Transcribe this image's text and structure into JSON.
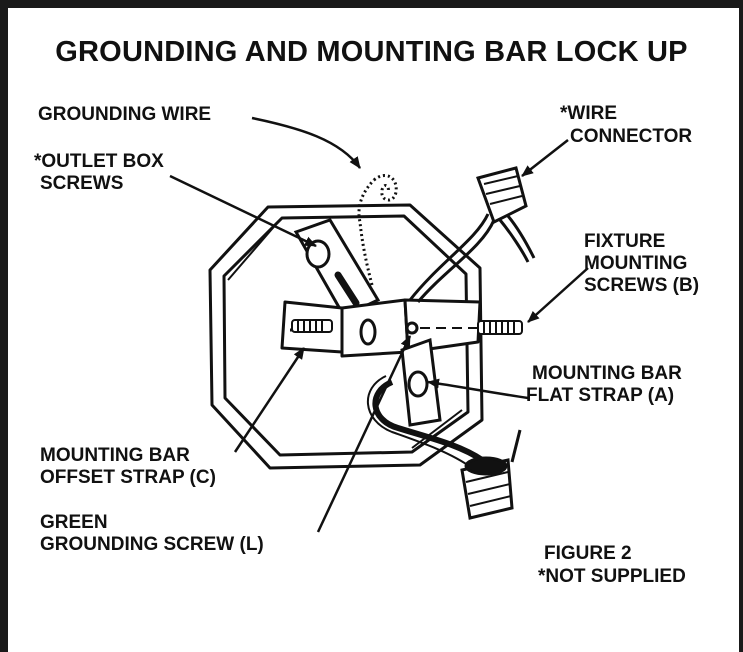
{
  "title": "GROUNDING AND MOUNTING BAR LOCK UP",
  "labels": {
    "grounding_wire": "GROUNDING WIRE",
    "outlet_box_screws_1": "*OUTLET BOX",
    "outlet_box_screws_2": "SCREWS",
    "wire_connector_1": "*WIRE",
    "wire_connector_2": "CONNECTOR",
    "fixture_mounting_1": "FIXTURE",
    "fixture_mounting_2": "MOUNTING",
    "fixture_mounting_3": "SCREWS (B)",
    "flat_strap_1": "MOUNTING BAR",
    "flat_strap_2": "FLAT STRAP (A)",
    "offset_strap_1": "MOUNTING BAR",
    "offset_strap_2": "OFFSET STRAP (C)",
    "grounding_screw_1": "GREEN",
    "grounding_screw_2": "GROUNDING SCREW (L)",
    "figure": "FIGURE 2",
    "not_supplied": "*NOT SUPPLIED"
  },
  "colors": {
    "ink": "#111111",
    "frame": "#1a1a1a",
    "background": "#ffffff"
  }
}
